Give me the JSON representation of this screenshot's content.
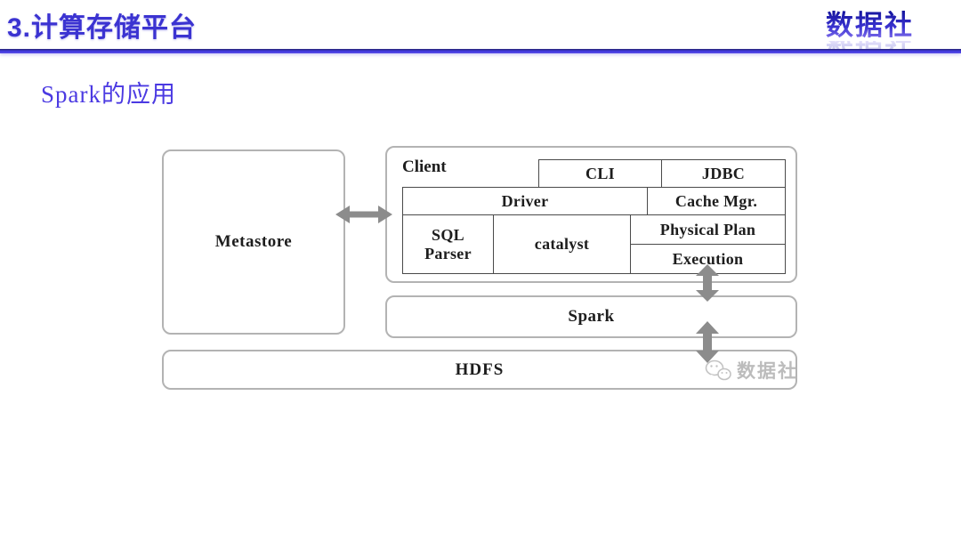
{
  "header": {
    "title": "3.计算存储平台",
    "brand": "数据社"
  },
  "subtitle": "Spark的应用",
  "diagram": {
    "metastore": "Metastore",
    "client": {
      "label": "Client",
      "cells": {
        "cli": "CLI",
        "jdbc": "JDBC",
        "driver": "Driver",
        "cache_mgr": "Cache Mgr.",
        "sql_parser": "SQL Parser",
        "catalyst": "catalyst",
        "physical_plan": "Physical Plan",
        "execution": "Execution"
      }
    },
    "spark": "Spark",
    "hdfs": "HDFS",
    "arrows": [
      {
        "name": "metastore-client",
        "type": "horizontal-bidirectional"
      },
      {
        "name": "client-spark",
        "type": "vertical-bidirectional"
      },
      {
        "name": "spark-hdfs",
        "type": "vertical-bidirectional"
      }
    ],
    "watermark": "数据社"
  },
  "colors": {
    "accent": "#3b33d1",
    "divider": "#3e36da",
    "diagram_text": "#1d1d1d",
    "box_border": "#b3b3b3",
    "table_border": "#4a4a4a",
    "arrow": "#8c8c8c",
    "watermark_gray": "#bcbcbc",
    "background": "#ffffff"
  }
}
